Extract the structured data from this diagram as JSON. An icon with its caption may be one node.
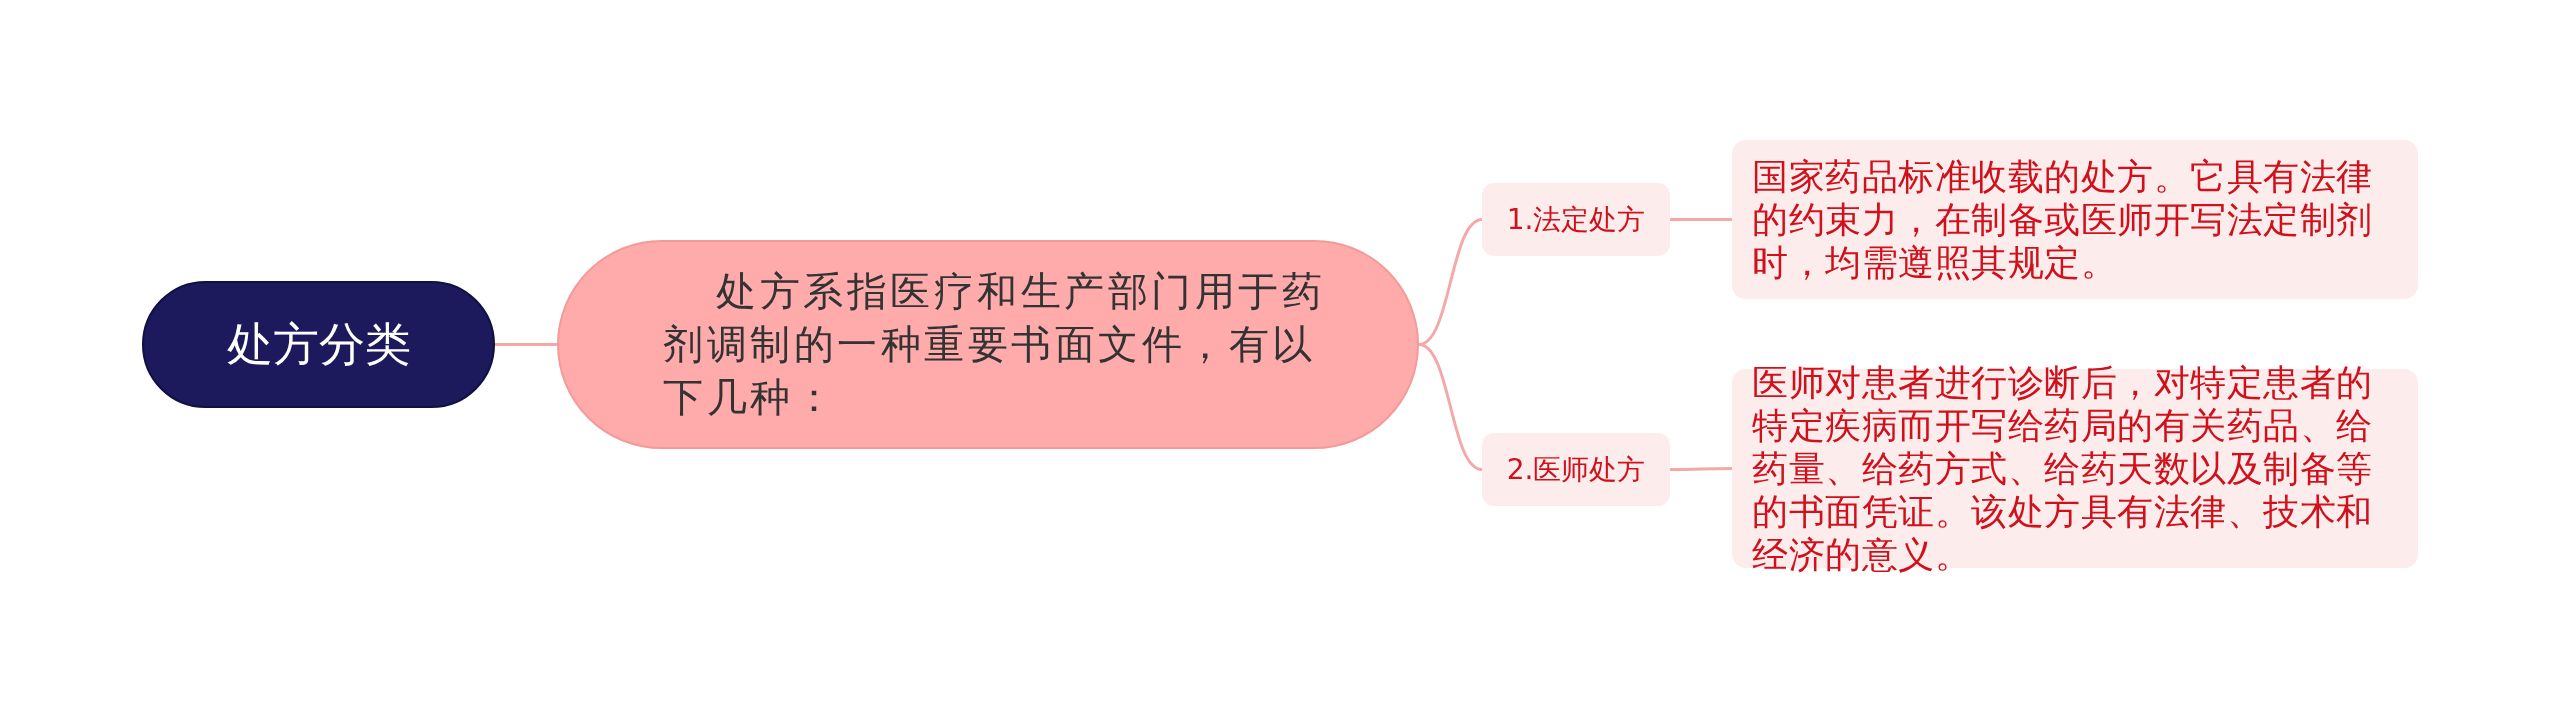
{
  "diagram": {
    "nodes": [
      {
        "text": [
          "处方分类"
        ]
      },
      {
        "text": [
          "处方系指医疗和生产部门用于药剂调制的一种重要书面文件，有以下几种："
        ]
      },
      {
        "text": [
          "1.法定处方"
        ]
      },
      {
        "text": [
          "国家药品标准收载的处方。它具有法律的约束力，在制备或医师开写法定制剂时，均需遵照其规定。"
        ]
      },
      {
        "text": [
          "2.医师处方"
        ]
      },
      {
        "text": [
          "医师对患者进行诊断后，对特定患者的特定疾病而开写给药局的有关药品、给药量、给药方式、给药天数以及制备等的书面凭证。该处方具有法律、技术和经济的意义。"
        ]
      }
    ],
    "edges": [
      {
        "from": 0,
        "to": 1,
        "arrow": "none"
      },
      {
        "from": 1,
        "to": 2,
        "arrow": "none"
      },
      {
        "from": 1,
        "to": 4,
        "arrow": "none"
      },
      {
        "from": 2,
        "to": 3,
        "arrow": "none"
      },
      {
        "from": 4,
        "to": 5,
        "arrow": "none"
      }
    ]
  }
}
